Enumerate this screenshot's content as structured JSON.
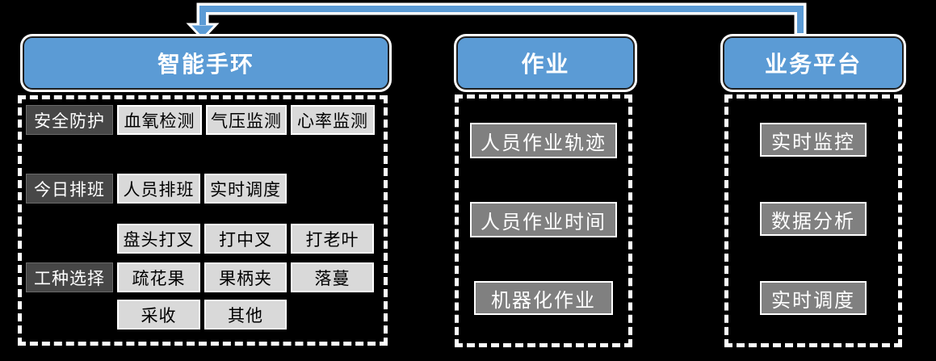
{
  "colors": {
    "background": "#000000",
    "accent_blue": "#5B9BD5",
    "dark_label_gray": "#474747",
    "light_button_gray": "#D9D9D9",
    "medium_button_gray": "#808080",
    "dashed_border": "#FFFFFF"
  },
  "arrow": {
    "description": "elbow-connector",
    "from": "业务平台",
    "to": "智能手环"
  },
  "columns": [
    {
      "header": "智能手环",
      "groups": [
        {
          "label": "安全防护",
          "items": [
            "血氧检测",
            "气压监测",
            "心率监测"
          ]
        },
        {
          "label": "今日排班",
          "items": [
            "人员排班",
            "实时调度"
          ]
        },
        {
          "label": "",
          "items": [
            "盘头打叉",
            "打中叉",
            "打老叶"
          ]
        },
        {
          "label": "工种选择",
          "items": [
            "疏花果",
            "果柄夹",
            "落蔓"
          ]
        },
        {
          "label": "",
          "items": [
            "采收",
            "其他"
          ]
        }
      ]
    },
    {
      "header": "作业",
      "items": [
        "人员作业轨迹",
        "人员作业时间",
        "机器化作业"
      ]
    },
    {
      "header": "业务平台",
      "items": [
        "实时监控",
        "数据分析",
        "实时调度"
      ]
    }
  ]
}
